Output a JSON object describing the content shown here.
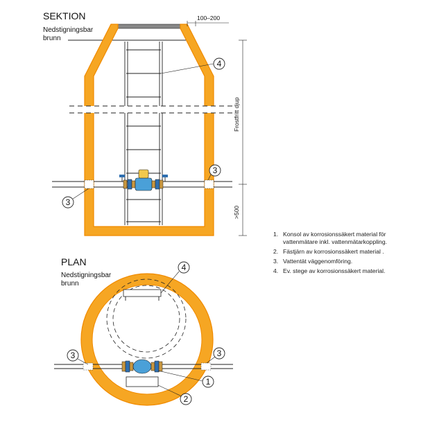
{
  "section": {
    "title": "SEKTION",
    "subtitle_line1": "Nedstigningsbar",
    "subtitle_line2": "brunn",
    "dim_top": "100–200",
    "dim_depth": "Frostfritt djup",
    "dim_bottom": ">500",
    "callouts": [
      "4",
      "3",
      "3"
    ]
  },
  "plan": {
    "title": "PLAN",
    "subtitle_line1": "Nedstigningsbar",
    "subtitle_line2": "brunn",
    "callouts": [
      "4",
      "3",
      "3",
      "1",
      "2"
    ]
  },
  "legend": [
    {
      "num": "1.",
      "text": "Konsol av korrosionssäkert material för vattenmätare inkl. vattenmätarkoppling."
    },
    {
      "num": "2.",
      "text": "Fästjärn av korrosionssäkert material ."
    },
    {
      "num": "3.",
      "text": "Vattentät väggenomföring."
    },
    {
      "num": "4.",
      "text": "Ev. stege av korrosionssäkert material."
    }
  ],
  "colors": {
    "well": "#f6a623",
    "meter": "#4aa0d8",
    "meter_cap": "#f2c94c"
  }
}
